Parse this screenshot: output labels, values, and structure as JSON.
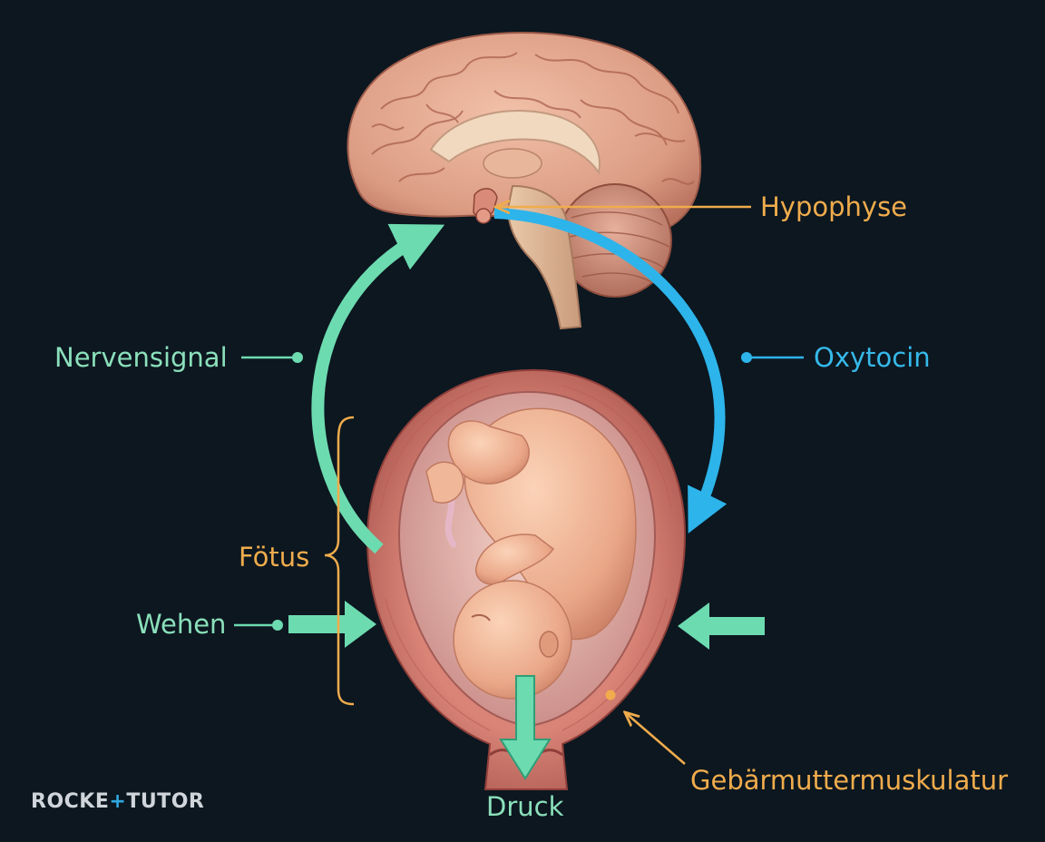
{
  "labels": {
    "hypophyse": "Hypophyse",
    "nervensignal": "Nervensignal",
    "oxytocin": "Oxytocin",
    "foetus": "Fötus",
    "wehen": "Wehen",
    "druck": "Druck",
    "gebaermuttermuskulatur": "Gebärmuttermuskulatur"
  },
  "logo": {
    "part1": "ROCKE",
    "symbol": "+",
    "part2": "TUTOR"
  },
  "colors": {
    "background": "#0c1720",
    "nervensignal_arrow": "#6ddbb0",
    "oxytocin_arrow": "#2db4ea",
    "callout_orange": "#f0ac4c",
    "brain_tissue": "#e3a58c",
    "uterus_muscle": "#c96f67",
    "fetus_skin": "#f0b898"
  },
  "icons": [
    "brain-illustration",
    "uterus-illustration",
    "fetus-illustration"
  ]
}
